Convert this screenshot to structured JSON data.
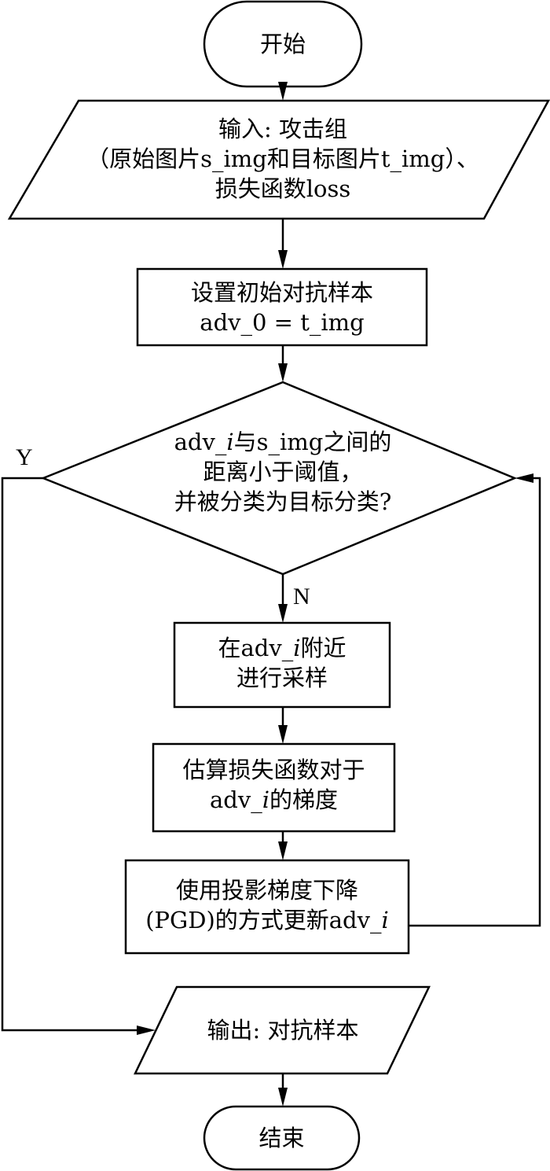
{
  "diagram": {
    "type": "flowchart",
    "colors": {
      "stroke": "#000000",
      "fill": "#ffffff",
      "text": "#000000"
    },
    "nodes": {
      "start": {
        "shape": "terminator",
        "lines": [
          "开始"
        ]
      },
      "input": {
        "shape": "parallelogram",
        "lines": [
          "输入: 攻击组",
          "（原始图片s_img和目标图片t_img）、",
          "损失函数loss"
        ]
      },
      "init": {
        "shape": "process",
        "lines": [
          "设置初始对抗样本",
          "adv_0 = t_img"
        ]
      },
      "decision": {
        "shape": "decision",
        "lines": [
          "adv_i与s_img之间的",
          "距离小于阈值，",
          "并被分类为目标分类?"
        ]
      },
      "sample": {
        "shape": "process",
        "lines": [
          "在adv_i附近",
          "进行采样"
        ]
      },
      "gradient": {
        "shape": "process",
        "lines": [
          "估算损失函数对于",
          "adv_i的梯度"
        ]
      },
      "pgd": {
        "shape": "process",
        "lines": [
          "使用投影梯度下降",
          "(PGD)的方式更新adv_i"
        ]
      },
      "output": {
        "shape": "parallelogram",
        "lines": [
          "输出: 对抗样本"
        ]
      },
      "end": {
        "shape": "terminator",
        "lines": [
          "结束"
        ]
      }
    },
    "edges": [
      {
        "from": "start",
        "to": "input",
        "label": ""
      },
      {
        "from": "input",
        "to": "init",
        "label": ""
      },
      {
        "from": "init",
        "to": "decision",
        "label": ""
      },
      {
        "from": "decision",
        "to": "sample",
        "label": "N"
      },
      {
        "from": "sample",
        "to": "gradient",
        "label": ""
      },
      {
        "from": "gradient",
        "to": "pgd",
        "label": ""
      },
      {
        "from": "pgd",
        "to": "decision",
        "label": ""
      },
      {
        "from": "decision",
        "to": "output",
        "label": "Y"
      },
      {
        "from": "output",
        "to": "end",
        "label": ""
      }
    ],
    "branch_labels": {
      "yes": "Y",
      "no": "N"
    }
  }
}
